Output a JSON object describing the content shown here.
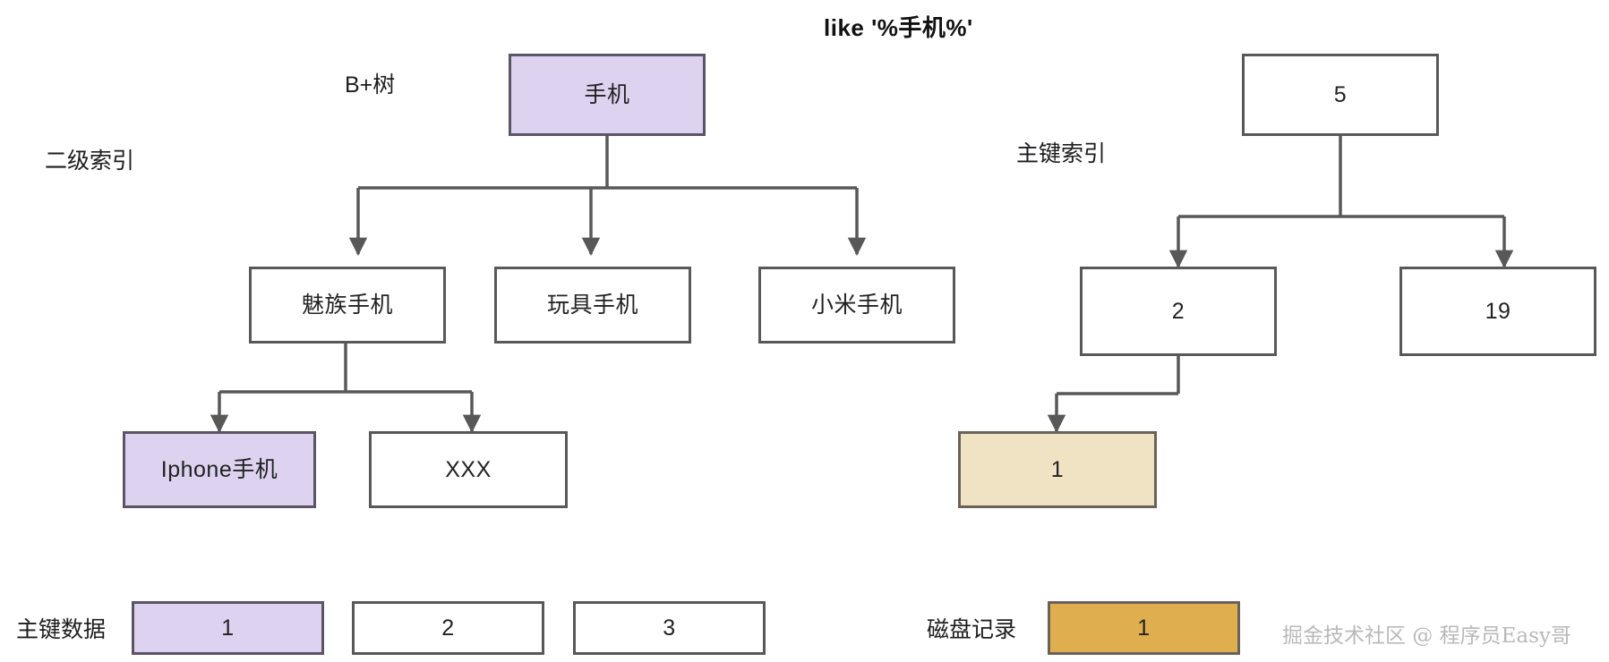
{
  "title": "like '%手机%'",
  "watermark": "掘金技术社区 @ 程序员Easy哥",
  "colors": {
    "highlight_purple": "#ddd2ef",
    "highlight_beige": "#efe3c4",
    "highlight_gold": "#dfae4e",
    "stroke": "#585858",
    "background": "#ffffff"
  },
  "left_tree": {
    "labels": {
      "structure": "B+树",
      "index_type": "二级索引",
      "data_row": "主键数据"
    },
    "root": {
      "label": "手机",
      "highlight": "purple"
    },
    "level2": [
      {
        "label": "魅族手机",
        "highlight": "none"
      },
      {
        "label": "玩具手机",
        "highlight": "none"
      },
      {
        "label": "小米手机",
        "highlight": "none"
      }
    ],
    "level3": [
      {
        "label": "Iphone手机",
        "highlight": "purple"
      },
      {
        "label": "XXX",
        "highlight": "none"
      }
    ],
    "data_boxes": [
      {
        "label": "1",
        "highlight": "purple"
      },
      {
        "label": "2",
        "highlight": "none"
      },
      {
        "label": "3",
        "highlight": "none"
      }
    ]
  },
  "right_tree": {
    "labels": {
      "index_type": "主键索引",
      "data_row": "磁盘记录"
    },
    "root": {
      "label": "5",
      "highlight": "none"
    },
    "level2": [
      {
        "label": "2",
        "highlight": "none"
      },
      {
        "label": "19",
        "highlight": "none"
      }
    ],
    "level3": [
      {
        "label": "1",
        "highlight": "beige"
      }
    ],
    "data_boxes": [
      {
        "label": "1",
        "highlight": "gold"
      }
    ]
  }
}
